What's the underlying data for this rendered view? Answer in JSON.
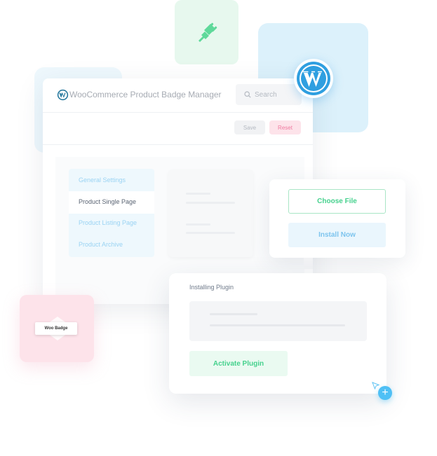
{
  "colors": {
    "accent_green": "#45d18d",
    "accent_blue": "#4fc0f5",
    "accent_pink": "#f07aa0",
    "wordpress_blue": "#2f9fe0"
  },
  "icons": {
    "plug": "plug-icon",
    "wordpress": "wordpress-icon",
    "search": "search-icon",
    "cursor": "cursor-icon",
    "plus": "plus-icon"
  },
  "window": {
    "title": "WooCommerce Product Badge Manager",
    "search_label": "Search",
    "save_label": "Save",
    "reset_label": "Reset"
  },
  "menu": {
    "items": [
      {
        "label": "General Settings",
        "active": false
      },
      {
        "label": "Product Single Page",
        "active": true
      },
      {
        "label": "Product Listing Page",
        "active": false
      },
      {
        "label": "Product Archive",
        "active": false
      }
    ]
  },
  "upload": {
    "choose_label": "Choose File",
    "install_label": "Install Now"
  },
  "installing": {
    "title": "Installing Plugin",
    "activate_label": "Activate Plugin"
  },
  "badge": {
    "label": "Woo Badge"
  },
  "plus_symbol": "+"
}
